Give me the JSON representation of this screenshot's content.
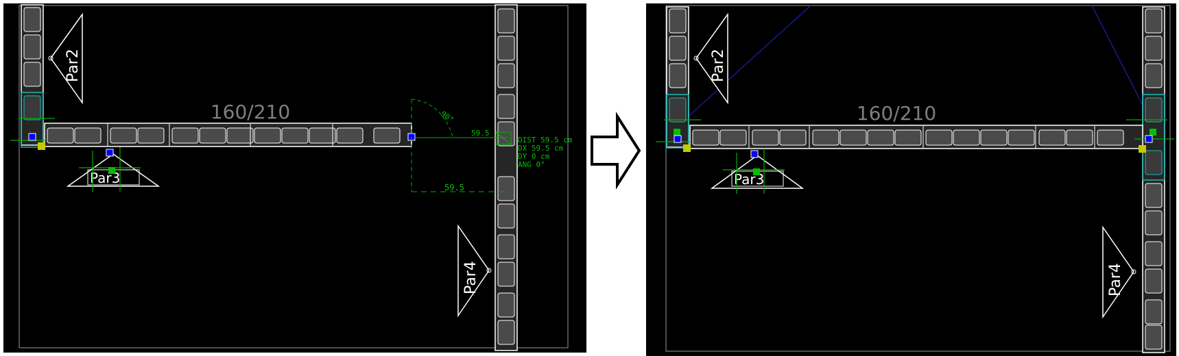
{
  "before": {
    "dimension_label": "160/210",
    "param_labels": {
      "top_left": "Par2",
      "bottom_center": "Par3",
      "bottom_right": "Par4"
    },
    "measure": {
      "angle": "90°",
      "dist_small": "59.5",
      "dist_bottom": "59.5",
      "readout": [
        "DIST 59.5 cm",
        "DX   59.5 cm",
        "DY   0 cm",
        "ANG  0°"
      ]
    }
  },
  "after": {
    "dimension_label": "160/210",
    "param_labels": {
      "top_left": "Par2",
      "bottom_center": "Par3",
      "bottom_right": "Par4"
    }
  },
  "arrow": {
    "direction": "right"
  },
  "colors": {
    "background": "#000000",
    "wall_outline": "#ffffff",
    "wall_fill": "#4a4a4a",
    "selection": "#1fb5b5",
    "grip_blue": "#0000ff",
    "grip_green": "#00c000",
    "grip_yellow": "#c8c800",
    "guide_blue": "#1f1fb0",
    "measure_green": "#00b000"
  }
}
